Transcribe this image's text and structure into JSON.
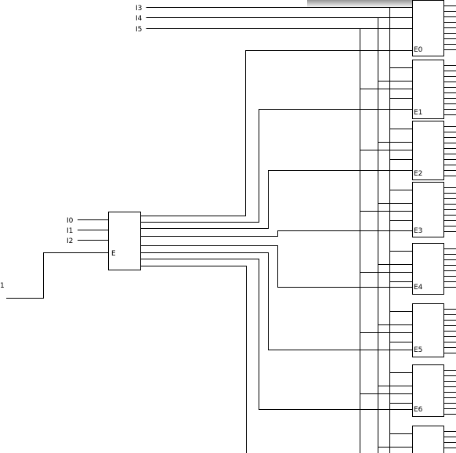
{
  "colors": {
    "line": "#000000",
    "background": "#ffffff",
    "shadow": "#9a9a9a"
  },
  "diagram": {
    "top_inputs": [
      "I3",
      "I4",
      "I5"
    ],
    "encoder": {
      "inputs": [
        "I0",
        "I1",
        "I2"
      ],
      "enable": "E"
    },
    "external_input": "1",
    "output_blocks": [
      "E0",
      "E1",
      "E2",
      "E3",
      "E4",
      "E5",
      "E6"
    ]
  }
}
